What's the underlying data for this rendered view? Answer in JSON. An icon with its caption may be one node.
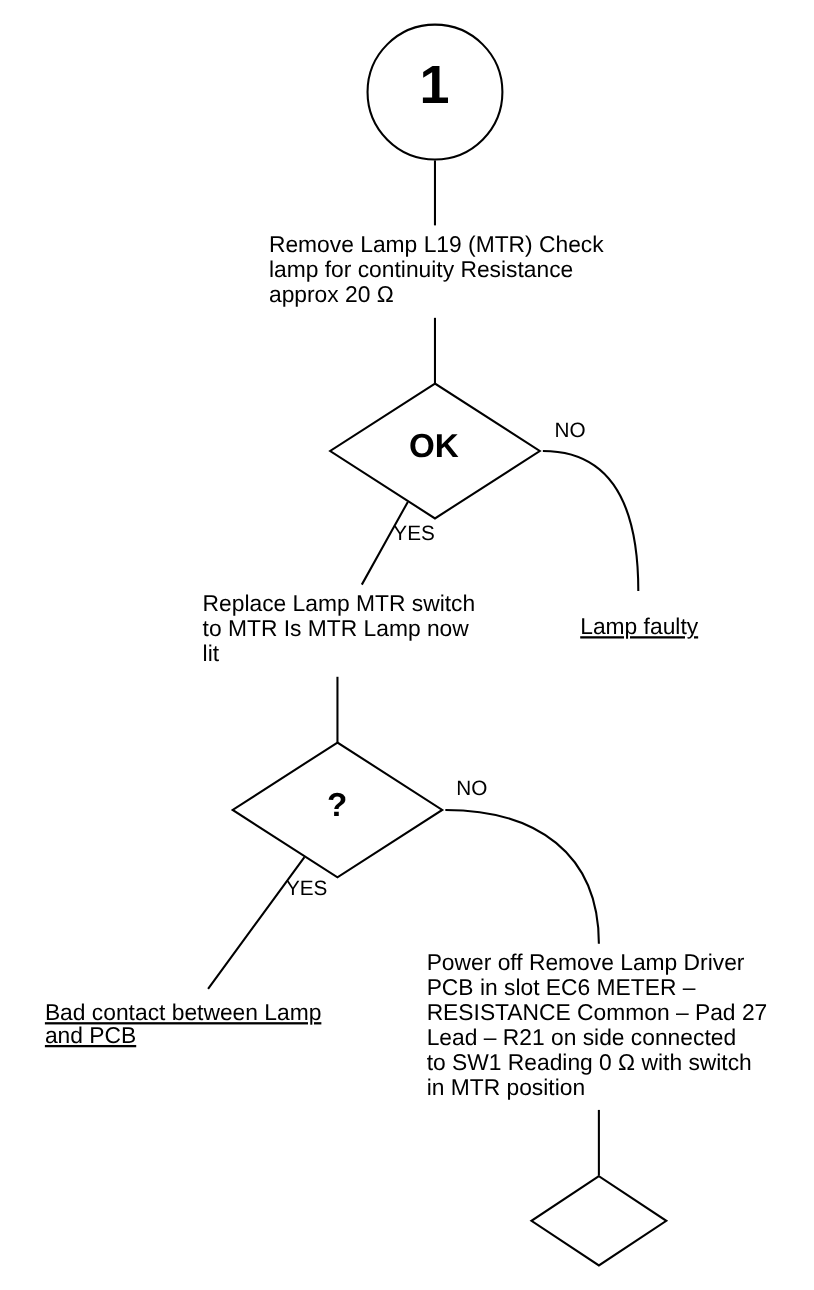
{
  "diagram": {
    "nodes": [
      {
        "text": [
          "1"
        ]
      },
      {
        "text": [
          "Remove Lamp L19 (MTR) Check lamp for continuity Resistance approx 20 Ω"
        ]
      },
      {
        "text": [
          "OK"
        ]
      },
      {
        "text": [
          "Lamp faulty"
        ]
      },
      {
        "text": [
          "Replace Lamp MTR switch to MTR Is MTR Lamp now lit"
        ]
      },
      {
        "text": [
          "?"
        ]
      },
      {
        "text": [
          "Bad contact between Lamp and PCB"
        ]
      },
      {
        "text": [
          "Power off Remove Lamp Driver PCB in slot EC6 METER – RESISTANCE Common – Pad 27 Lead – R21 on side connected to SW1 Reading 0 Ω with switch in MTR position"
        ]
      },
      {
        "text": [],
        "shape": "diamond"
      }
    ],
    "edges": [
      {
        "from": 0,
        "to": 1,
        "arrow": "none"
      },
      {
        "from": 1,
        "to": 2,
        "arrow": "none"
      },
      {
        "from": 2,
        "to": 3,
        "arrow": "none",
        "label": "NO"
      },
      {
        "from": 2,
        "to": 4,
        "arrow": "none",
        "label": "YES"
      },
      {
        "from": 4,
        "to": 5,
        "arrow": "none"
      },
      {
        "from": 5,
        "to": 6,
        "arrow": "none",
        "label": "YES"
      },
      {
        "from": 5,
        "to": 7,
        "arrow": "none",
        "label": "NO"
      },
      {
        "from": 7,
        "to": 8,
        "arrow": "none"
      }
    ]
  }
}
